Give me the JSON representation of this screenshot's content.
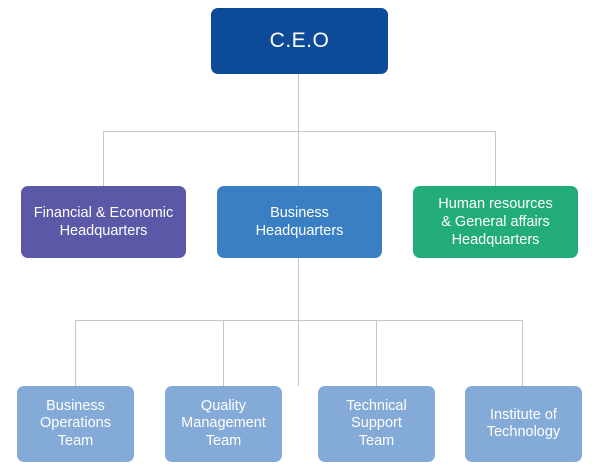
{
  "org_chart": {
    "ceo": {
      "label": "C.E.O",
      "color": "#0d4a97"
    },
    "headquarters": [
      {
        "id": "financial",
        "label": "Financial & Economic\nHeadquarters",
        "color": "#5b58a8"
      },
      {
        "id": "business",
        "label": "Business\nHeadquarters",
        "color": "#3a7fc3"
      },
      {
        "id": "hr",
        "label": "Human resources\n& General affairs\nHeadquarters",
        "color": "#22ad78"
      }
    ],
    "teams": [
      {
        "id": "operations",
        "label": "Business\nOperations\nTeam",
        "color": "#84aad7"
      },
      {
        "id": "quality",
        "label": "Quality\nManagement\nTeam",
        "color": "#84aad7"
      },
      {
        "id": "support",
        "label": "Technical\nSupport\nTeam",
        "color": "#84aad7"
      },
      {
        "id": "institute",
        "label": "Institute of\nTechnology",
        "color": "#84aad7"
      }
    ],
    "connector_color": "#c7c7c7"
  }
}
